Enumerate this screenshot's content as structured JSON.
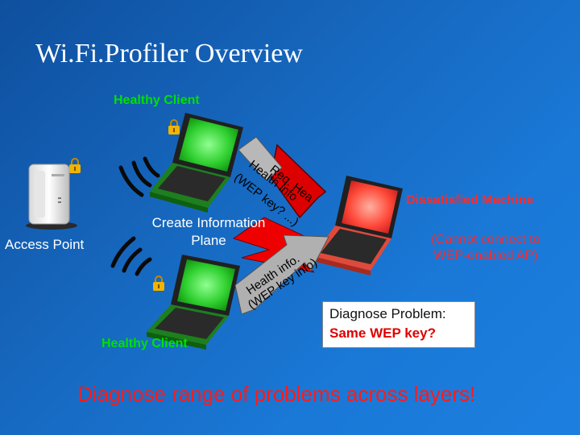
{
  "title": "Wi.Fi.Profiler Overview",
  "labels": {
    "healthy_client_top": "Healthy Client",
    "healthy_client_bottom": "Healthy Client",
    "access_point": "Access Point",
    "create_info_line1": "Create Information",
    "create_info_line2": "Plane",
    "dissatisfied": "Dissatisfied Machine",
    "cannot_line1": "(Cannot connect to",
    "cannot_line2": "WEP-enabled AP)"
  },
  "arrow_text": {
    "req": "Req. Hea",
    "health_top": "Health info",
    "wep_top": "(WEP key? ...)",
    "health_bottom": "Health info.",
    "wep_bottom": "(WEP key info)"
  },
  "diagnose": {
    "line1": "Diagnose Problem:",
    "line2": "Same WEP key?"
  },
  "bottom_text": "Diagnose range of problems across layers!",
  "colors": {
    "background": "#1668bf",
    "green_text": "#00e000",
    "red_text": "#ff2a2a",
    "lock": "#f0b400"
  }
}
